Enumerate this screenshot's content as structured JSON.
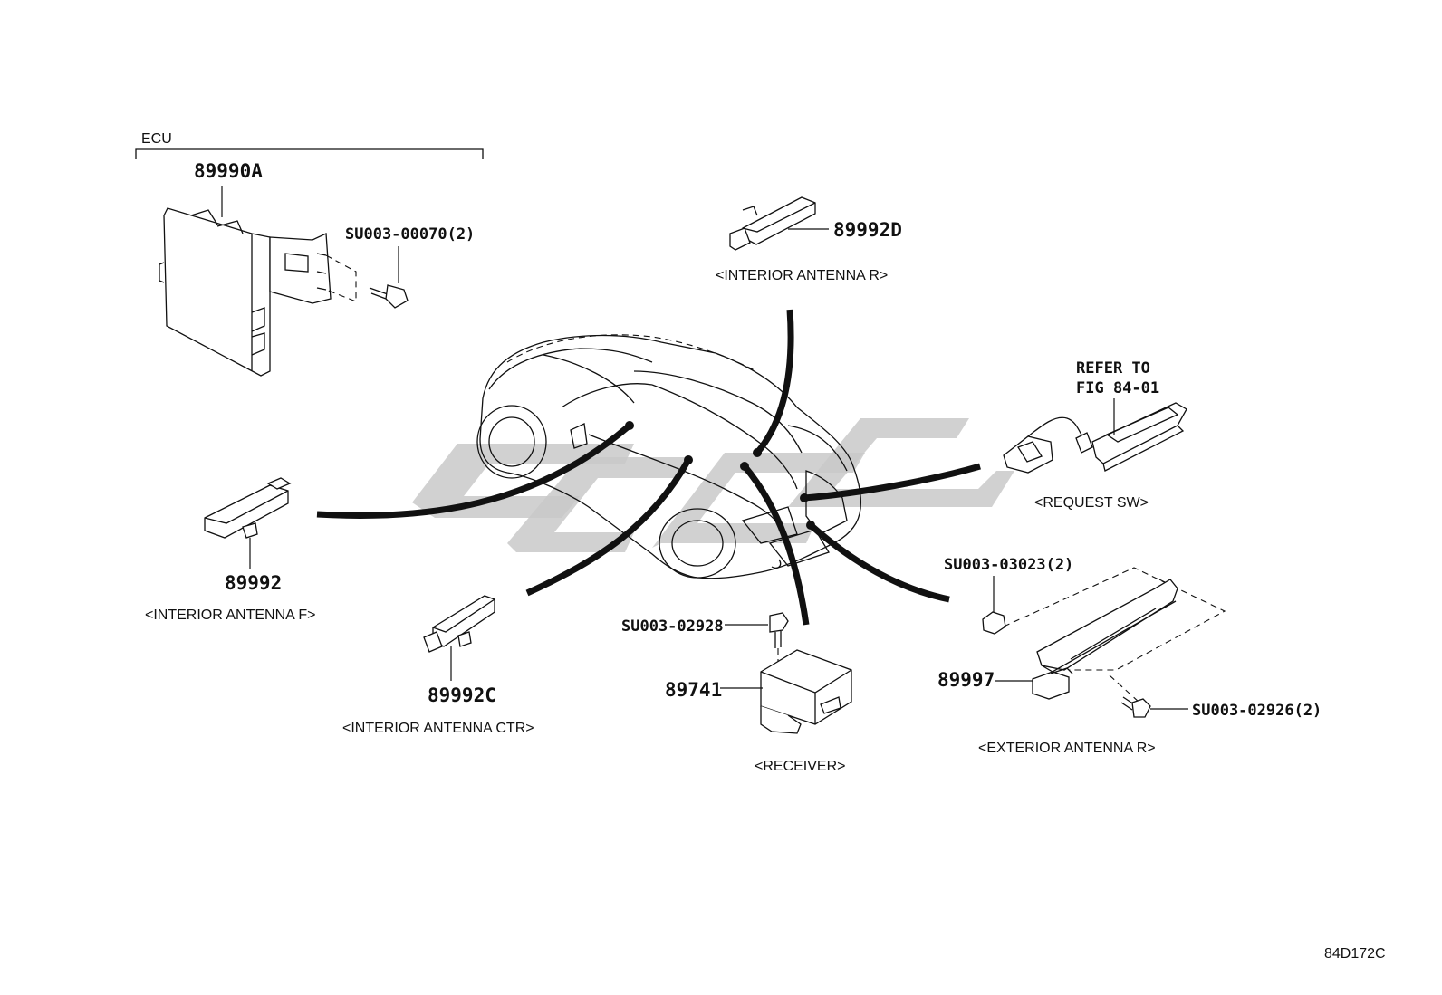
{
  "ecu": {
    "group_label": "ECU",
    "part": "89990A",
    "screw": "SU003-00070(2)"
  },
  "antenna_r": {
    "part": "89992D",
    "caption": "<INTERIOR ANTENNA R>"
  },
  "antenna_f": {
    "part": "89992",
    "caption": "<INTERIOR ANTENNA F>"
  },
  "antenna_ctr": {
    "part": "89992C",
    "caption": "<INTERIOR ANTENNA CTR>"
  },
  "receiver": {
    "part": "89741",
    "bolt": "SU003-02928",
    "caption": "<RECEIVER>"
  },
  "request_sw": {
    "refer_line1": "REFER TO",
    "refer_line2": "FIG 84-01",
    "caption": "<REQUEST SW>"
  },
  "exterior_antenna": {
    "part": "89997",
    "nut": "SU003-03023(2)",
    "screw": "SU003-02926(2)",
    "caption": "<EXTERIOR ANTENNA R>"
  },
  "figure_code": "84D172C"
}
